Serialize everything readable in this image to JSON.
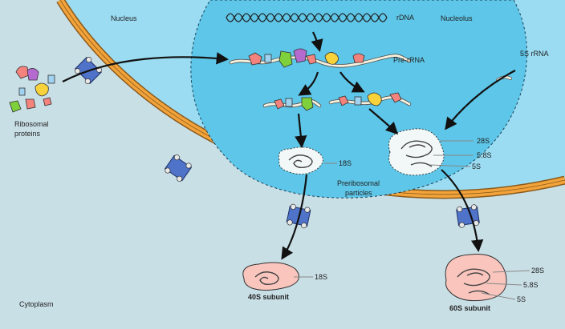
{
  "labels": {
    "nucleus": "Nucleus",
    "nucleolus": "Nucleolus",
    "cytoplasm": "Cytoplasm",
    "rdna": "rDNA",
    "pre_rrna": "Pre-rRNA",
    "five_s_rrna": "5S rRNA",
    "ribosomal_proteins_line1": "Ribosomal",
    "ribosomal_proteins_line2": "proteins",
    "preribosomal_line1": "Preribosomal",
    "preribosomal_line2": "particles",
    "rna_18s": "18S",
    "rna_28s": "28S",
    "rna_58s": "5.8S",
    "rna_5s": "5S",
    "subunit_40s": "40S subunit",
    "subunit_60s": "60S subunit"
  },
  "colors": {
    "cytoplasm": "#c9dfe6",
    "nucleoplasm": "#9bdcf2",
    "nucleolus": "#5ec6e8",
    "envelope": "#f2a33a",
    "envelope_edge": "#8a5a1c",
    "pore": "#4f73c9",
    "protein_pink": "#f3837c",
    "protein_purple": "#b56ad0",
    "protein_yellow": "#f7d23b",
    "protein_green": "#7fd13b",
    "protein_blue": "#9fd3ef",
    "subunit_fill": "#f9c5bd"
  }
}
